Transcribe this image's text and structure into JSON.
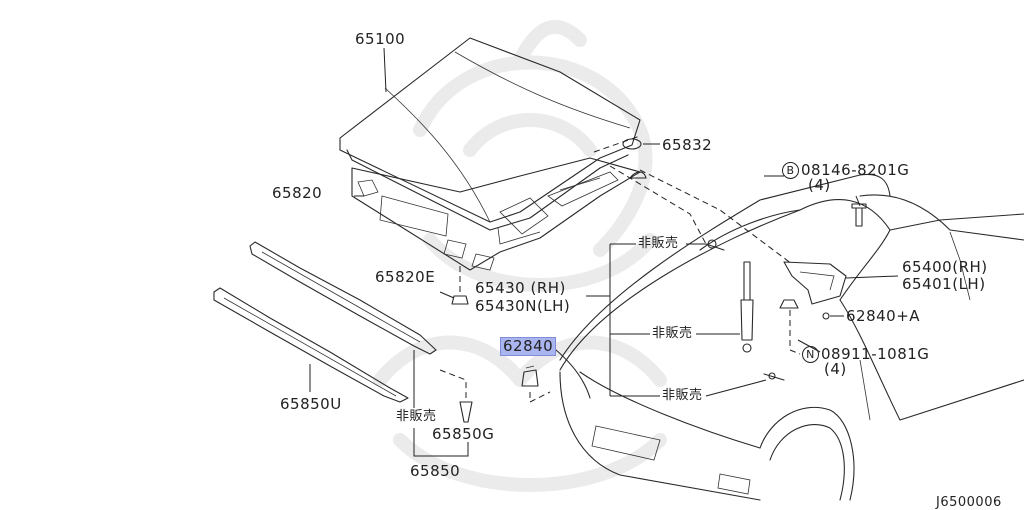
{
  "callouts": {
    "hood": "65100",
    "hood_bumper": "65832",
    "hood_insulator": "65820",
    "insulator_clip": "65820E",
    "hood_stay_rh": "65430 (RH)",
    "hood_stay_lh": "65430N(LH)",
    "seal_upper": "65850U",
    "seal_clip": "65850G",
    "seal_assembly": "65850",
    "highlighted_part": "62840",
    "bolt": "08146-8201G",
    "bolt_symbol": "B",
    "bolt_qty": "(4)",
    "hinge_rh": "65400(RH)",
    "hinge_lh": "65401(LH)",
    "nut_part": "62840+A",
    "nut": "08911-1081G",
    "nut_symbol": "N",
    "nut_qty": "(4)",
    "not_for_sale": "非販売",
    "diagram_id": "J6500006"
  }
}
